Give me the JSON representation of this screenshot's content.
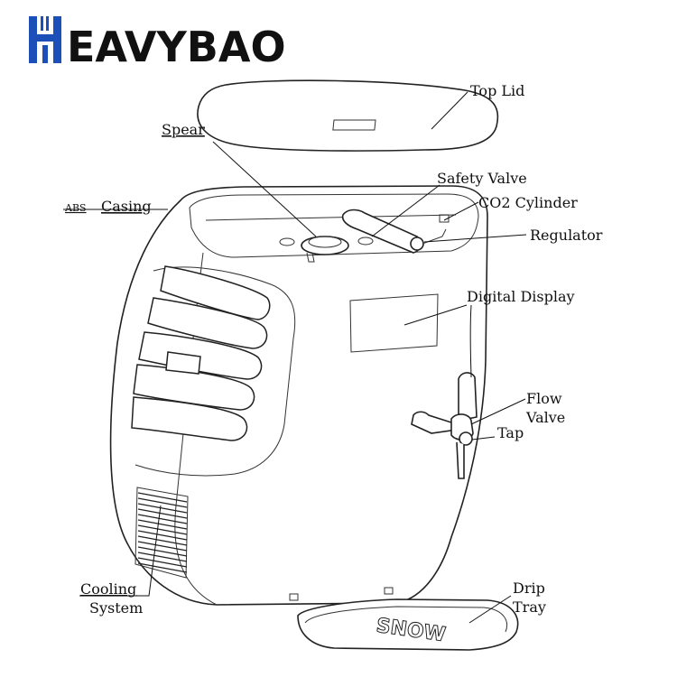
{
  "brand": {
    "name_rest": "EAVYBAO",
    "accent_color": "#1d4fb8"
  },
  "labels": {
    "top_lid": "Top Lid",
    "spear": "Spear",
    "safety_valve": "Safety Valve",
    "co2_cylinder": "CO2 Cylinder",
    "abs_prefix": "ABS",
    "casing": "Casing",
    "regulator": "Regulator",
    "digital_display": "Digital Display",
    "flow_line1": "Flow",
    "flow_line2": "Valve",
    "tap": "Tap",
    "cooling_line1": "Cooling",
    "cooling_line2": "System",
    "drip_line1": "Drip",
    "drip_line2": "Tray"
  },
  "drip_tray_text": "SNOW"
}
